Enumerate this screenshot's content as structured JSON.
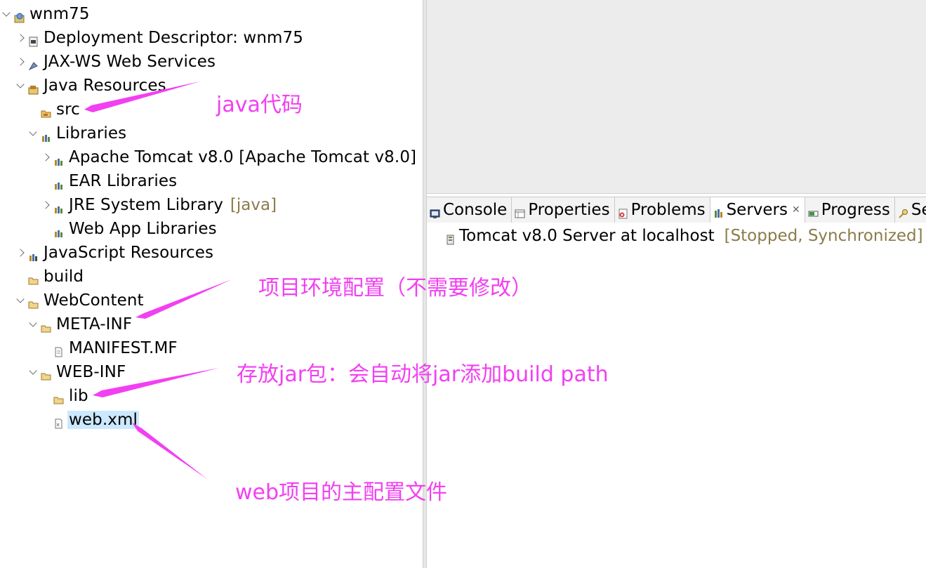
{
  "tree": {
    "project": "wnm75",
    "items": [
      {
        "label": "Deployment Descriptor: wnm75",
        "icon": "deployment-descriptor-icon"
      },
      {
        "label": "JAX-WS Web Services",
        "icon": "web-services-icon"
      },
      {
        "label": "Java Resources",
        "icon": "java-resources-icon"
      },
      {
        "label": "src",
        "icon": "source-folder-icon"
      },
      {
        "label": "Libraries",
        "icon": "libraries-icon"
      },
      {
        "label": "Apache Tomcat v8.0 [Apache Tomcat v8.0]",
        "icon": "library-icon"
      },
      {
        "label": "EAR Libraries",
        "icon": "library-icon"
      },
      {
        "label": "JRE System Library",
        "decoration": "[java]",
        "icon": "library-icon"
      },
      {
        "label": "Web App Libraries",
        "icon": "library-icon"
      },
      {
        "label": "JavaScript Resources",
        "icon": "javascript-resources-icon"
      },
      {
        "label": "build",
        "icon": "folder-icon"
      },
      {
        "label": "WebContent",
        "icon": "folder-icon"
      },
      {
        "label": "META-INF",
        "icon": "folder-icon"
      },
      {
        "label": "MANIFEST.MF",
        "icon": "file-icon"
      },
      {
        "label": "WEB-INF",
        "icon": "folder-icon"
      },
      {
        "label": "lib",
        "icon": "folder-icon"
      },
      {
        "label": "web.xml",
        "icon": "xml-file-icon"
      }
    ]
  },
  "tabs": [
    {
      "label": "Console",
      "icon": "console-icon"
    },
    {
      "label": "Properties",
      "icon": "properties-icon"
    },
    {
      "label": "Problems",
      "icon": "problems-icon"
    },
    {
      "label": "Servers",
      "icon": "servers-icon",
      "active": true
    },
    {
      "label": "Progress",
      "icon": "progress-icon"
    },
    {
      "label": "Se",
      "icon": "search-icon"
    }
  ],
  "servers": {
    "name": "Tomcat v8.0 Server at localhost",
    "status": "[Stopped, Synchronized]"
  },
  "annotations": {
    "src_note": "java代码",
    "webcontent_note": "项目环境配置（不需要修改）",
    "lib_note": "存放jar包：会自动将jar添加build path",
    "webxml_note": "web项目的主配置文件"
  },
  "colors": {
    "annotation": "#f23ff2",
    "decoration": "#8b7b4a",
    "selection": "#cce8ff"
  }
}
